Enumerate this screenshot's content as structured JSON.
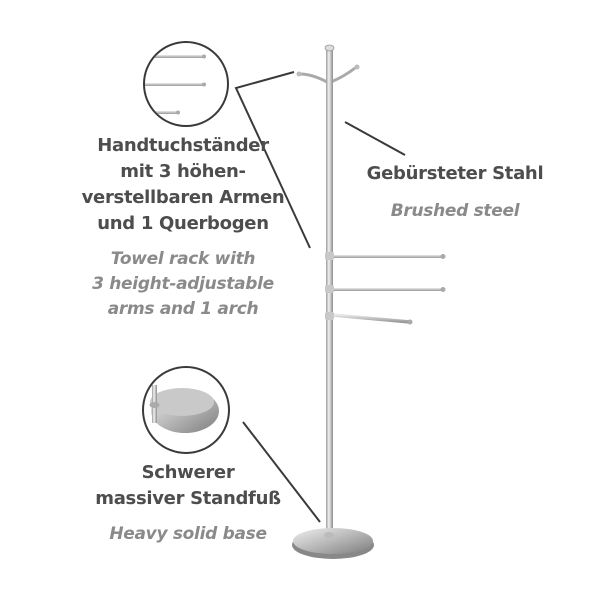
{
  "callouts": {
    "rack": {
      "german_lines": [
        "Handtuchständer",
        "mit 3 höhen-",
        "verstellbaren Armen",
        "und 1 Querbogen"
      ],
      "english_lines": [
        "Towel rack with",
        "3 height-adjustable",
        "arms and 1 arch"
      ]
    },
    "material": {
      "german_lines": [
        "Gebürsteter Stahl"
      ],
      "english_lines": [
        "Brushed steel"
      ]
    },
    "base": {
      "german_lines": [
        "Schwerer",
        "massiver Standfuß"
      ],
      "english_lines": [
        "Heavy solid base"
      ]
    }
  },
  "colors": {
    "german_text": "#4d4d4d",
    "english_text": "#8a8a8a",
    "leader_line": "#3a3a3a",
    "steel": "#c8c8c8"
  }
}
